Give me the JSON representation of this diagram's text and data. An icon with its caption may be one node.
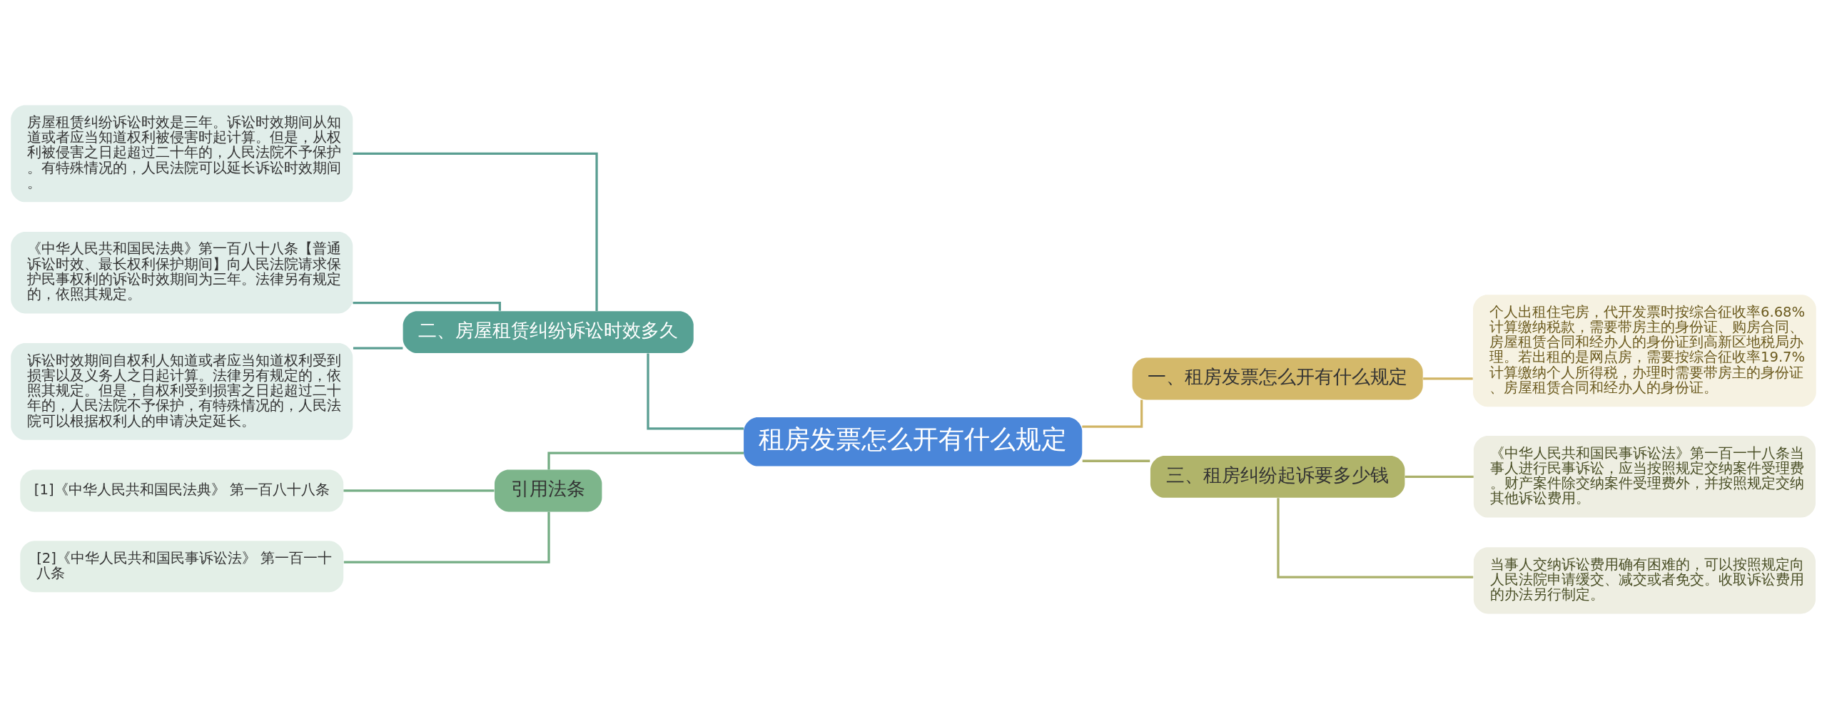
{
  "diagram": {
    "nodes": [
      {
        "text": [
          "租房发票怎么开有什么规定"
        ]
      },
      {
        "text": [
          "一、租房发票怎么开有什么规定"
        ]
      },
      {
        "text": [
          "个人出租住宅房，代开发票时按综合征收率6.68%计算缴纳税款，需要带房主的身份证、购房合同、房屋租赁合同和经办人的身份证到高新区地税局办理。若出租的是网点房，需要按综合征收率19.7%计算缴纳个人所得税，办理时需要带房主的身份证、房屋租赁合同和经办人的身份证。"
        ]
      },
      {
        "text": [
          "三、租房纠纷起诉要多少钱"
        ]
      },
      {
        "text": [
          "《中华人民共和国民事诉讼法》第一百一十八条当事人进行民事诉讼，应当按照规定交纳案件受理费。财产案件除交纳案件受理费外，并按照规定交纳其他诉讼费用。"
        ]
      },
      {
        "text": [
          "当事人交纳诉讼费用确有困难的，可以按照规定向人民法院申请缓交、减交或者免交。收取诉讼费用的办法另行制定。"
        ]
      },
      {
        "text": [
          "二、房屋租赁纠纷诉讼时效多久"
        ]
      },
      {
        "text": [
          "房屋租赁纠纷诉讼时效是三年。诉讼时效期间从知道或者应当知道权利被侵害时起计算。但是，从权利被侵害之日起超过二十年的，人民法院不予保护。有特殊情况的，人民法院可以延长诉讼时效期间。"
        ]
      },
      {
        "text": [
          "《中华人民共和国民法典》第一百八十八条【普通诉讼时效、最长权利保护期间】向人民法院请求保护民事权利的诉讼时效期间为三年。法律另有规定的，依照其规定。"
        ]
      },
      {
        "text": [
          "诉讼时效期间自权利人知道或者应当知道权利受到损害以及义务人之日起计算。法律另有规定的，依照其规定。但是，自权利受到损害之日起超过二十年的，人民法院不予保护，有特殊情况的，人民法院可以根据权利人的申请决定延长。"
        ]
      },
      {
        "text": [
          "引用法条"
        ]
      },
      {
        "text": [
          "[1]《中华人民共和国民法典》 第一百八十八条"
        ]
      },
      {
        "text": [
          "[2]《中华人民共和国民事诉讼法》 第一百一十八条"
        ]
      }
    ],
    "edges": [
      {
        "from": 0,
        "to": 1,
        "arrow": "none",
        "color": "#d1b565"
      },
      {
        "from": 1,
        "to": 2,
        "arrow": "none",
        "color": "#d1b565"
      },
      {
        "from": 0,
        "to": 3,
        "arrow": "none",
        "color": "#aab06a"
      },
      {
        "from": 3,
        "to": 4,
        "arrow": "none",
        "color": "#aab06a"
      },
      {
        "from": 3,
        "to": 5,
        "arrow": "none",
        "color": "#aab06a"
      },
      {
        "from": 0,
        "to": 6,
        "arrow": "none"
      },
      {
        "from": 6,
        "to": 7,
        "arrow": "none"
      },
      {
        "from": 6,
        "to": 8,
        "arrow": "none"
      },
      {
        "from": 6,
        "to": 9,
        "arrow": "none"
      },
      {
        "from": 0,
        "to": 10,
        "arrow": "none",
        "color": "#74ad84"
      },
      {
        "from": 10,
        "to": 11,
        "arrow": "none",
        "color": "#74ad84"
      },
      {
        "from": 10,
        "to": 12,
        "arrow": "none",
        "color": "#74ad84"
      }
    ]
  }
}
